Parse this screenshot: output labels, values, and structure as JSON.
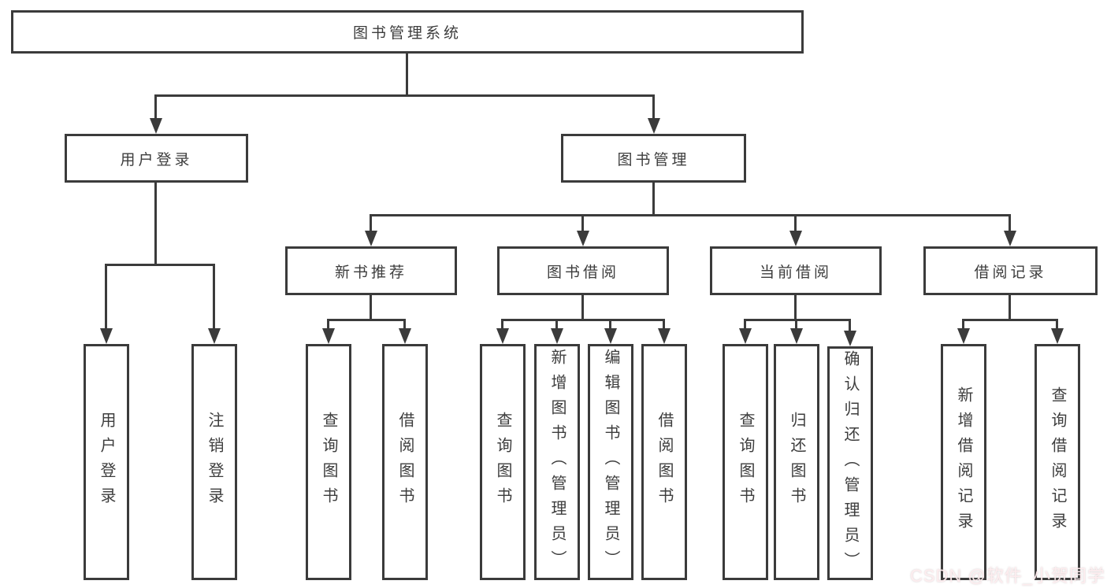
{
  "colors": {
    "line": "#3b3b3b",
    "box_border": "#3b3b3b",
    "text": "#3d3d3d",
    "background": "#ffffff",
    "watermark": "#ffeef0"
  },
  "watermark": {
    "text": "CSDN @软件_小贺同学"
  },
  "tree": {
    "root": {
      "label": "图书管理系统",
      "children": [
        {
          "label": "用户登录",
          "children": [
            {
              "label": "用户登录"
            },
            {
              "label": "注销登录"
            }
          ]
        },
        {
          "label": "图书管理",
          "children": [
            {
              "label": "新书推荐",
              "children": [
                {
                  "label": "查询图书"
                },
                {
                  "label": "借阅图书"
                }
              ]
            },
            {
              "label": "图书借阅",
              "children": [
                {
                  "label": "查询图书"
                },
                {
                  "label": "新增图书（管理员）"
                },
                {
                  "label": "编辑图书（管理员）"
                },
                {
                  "label": "借阅图书"
                }
              ]
            },
            {
              "label": "当前借阅",
              "children": [
                {
                  "label": "查询图书"
                },
                {
                  "label": "归还图书"
                },
                {
                  "label": "确认归还（管理员）"
                }
              ]
            },
            {
              "label": "借阅记录",
              "children": [
                {
                  "label": "新增借阅记录"
                },
                {
                  "label": "查询借阅记录"
                }
              ]
            }
          ]
        }
      ]
    }
  }
}
